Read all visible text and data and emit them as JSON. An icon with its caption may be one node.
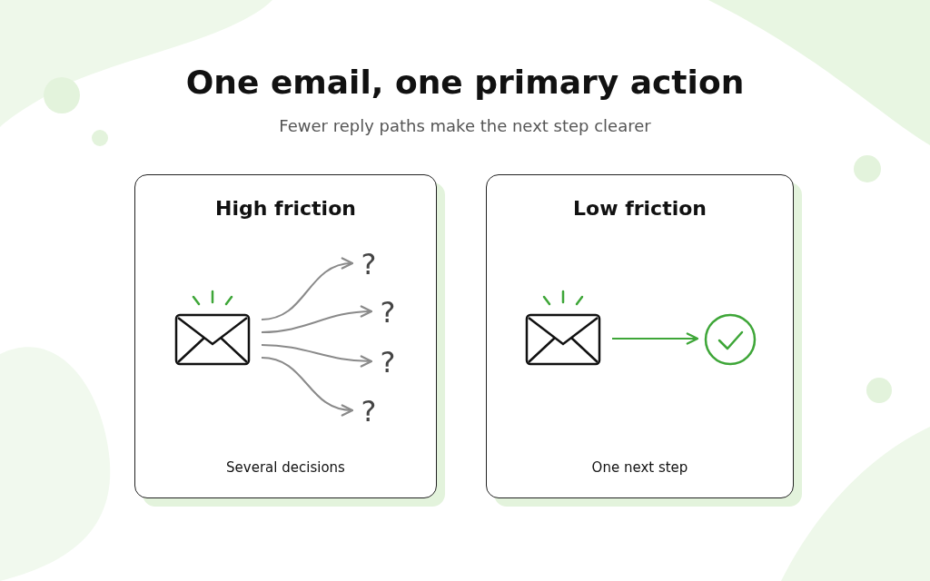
{
  "diagram": {
    "title": "One email, one primary action",
    "nodes": [
      {
        "text": [
          "High friction",
          "Several decisions"
        ]
      },
      {
        "text": [],
        "shape": "envelope",
        "in": 0
      },
      {
        "text": [
          "?"
        ],
        "in": 0
      },
      {
        "text": [
          "?"
        ],
        "in": 0
      },
      {
        "text": [
          "?"
        ],
        "in": 0
      },
      {
        "text": [
          "?"
        ],
        "in": 0
      },
      {
        "text": [
          "Low friction",
          "One next step"
        ]
      },
      {
        "text": [],
        "shape": "envelope",
        "in": 6
      },
      {
        "text": [],
        "shape": "circle",
        "in": 6
      }
    ],
    "edges": [
      {
        "from": 1,
        "to": 2,
        "arrow": "to"
      },
      {
        "from": 1,
        "to": 3,
        "arrow": "to"
      },
      {
        "from": 1,
        "to": 4,
        "arrow": "to"
      },
      {
        "from": 1,
        "to": 5,
        "arrow": "to"
      },
      {
        "from": 7,
        "to": 8,
        "arrow": "to",
        "color": "#3ea638"
      }
    ],
    "labels": [
      "Fewer reply paths make the next step clearer"
    ]
  }
}
